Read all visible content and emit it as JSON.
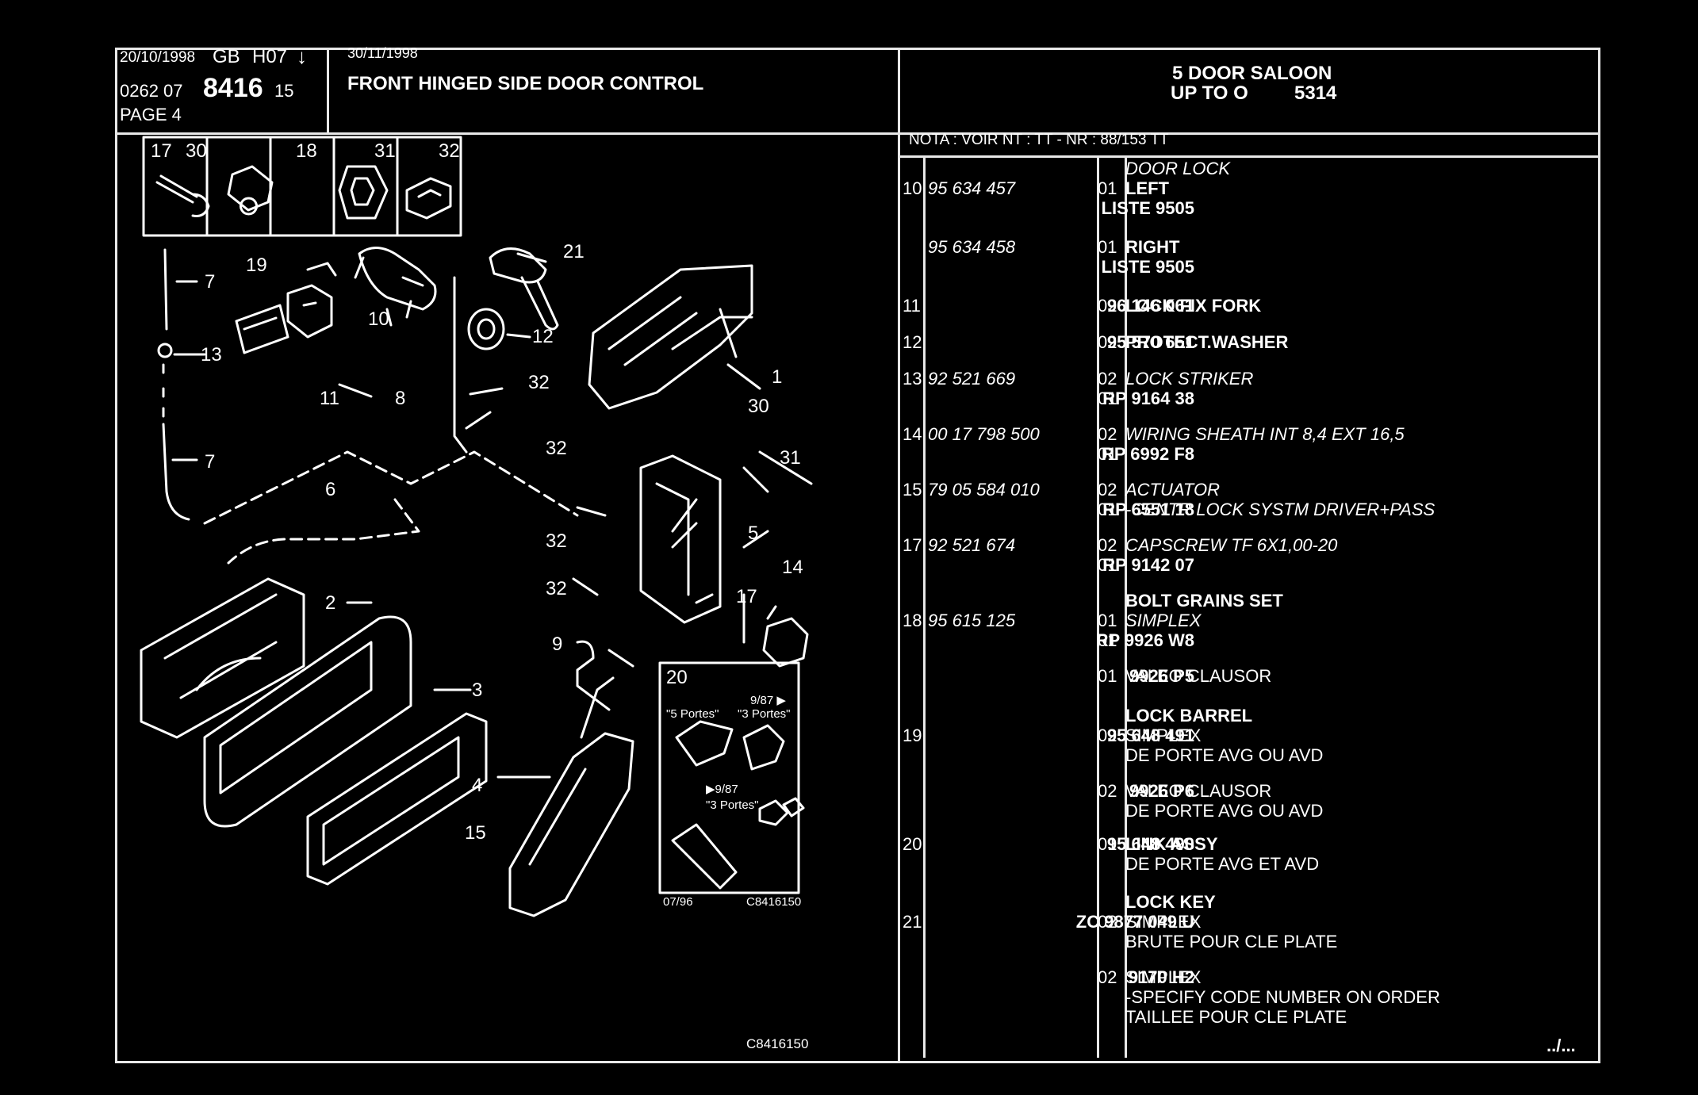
{
  "header": {
    "date_left": "20/10/1998",
    "lang": "GB",
    "version": "H07",
    "arrow": "↓",
    "date_right": "30/11/1998",
    "code_prefix": "0262 07",
    "code_main": "8416",
    "code_suffix": "15",
    "page": "PAGE 4",
    "title": "FRONT HINGED SIDE DOOR CONTROL",
    "model_line1": "5 DOOR SALOON",
    "model_line2": "UP TO O",
    "model_number": "5314",
    "note": "NOTA : VOIR NT : TT - NR : 88/153 TT"
  },
  "diagram": {
    "inset_labels": [
      "17",
      "30",
      "18",
      "31",
      "32"
    ],
    "callouts": [
      "1",
      "2",
      "3",
      "4",
      "5",
      "6",
      "7",
      "7",
      "8",
      "9",
      "10",
      "11",
      "12",
      "13",
      "14",
      "15",
      "17",
      "19",
      "21",
      "30",
      "31",
      "32",
      "32",
      "32",
      "32"
    ],
    "inset20": {
      "number": "20",
      "label1": "9/87 ▶",
      "label2": "\"5 Portes\"",
      "label3": "\"3 Portes\"",
      "label4": "▶9/87",
      "label5": "\"3 Portes\"",
      "date": "07/96",
      "ref": "C8416150"
    },
    "ref_bottom": "C8416150"
  },
  "parts": [
    {
      "item": "10",
      "part": "95 634 457",
      "sub": "LISTE 9505",
      "qty": [
        "01"
      ],
      "desc": [
        "DOOR LOCK",
        "LEFT"
      ]
    },
    {
      "item": "",
      "part": "95 634 458",
      "sub": "LISTE 9505",
      "qty": [
        "01"
      ],
      "desc": [
        "RIGHT"
      ]
    },
    {
      "item": "11",
      "part": "96 146 061",
      "sub": "",
      "qty": [
        "02"
      ],
      "desc": [
        "LOCK FIX FORK"
      ]
    },
    {
      "item": "12",
      "part": "95 570 651",
      "sub": "",
      "qty": [
        "02"
      ],
      "desc": [
        "PROTECT.WASHER"
      ]
    },
    {
      "item": "13",
      "part": "92 521 669",
      "sub": "RP 9164 38",
      "qty": [
        "02",
        "01"
      ],
      "desc": [
        "LOCK STRIKER"
      ]
    },
    {
      "item": "14",
      "part": "00 17 798 500",
      "sub": "RP 6992 F8",
      "qty": [
        "02",
        "01"
      ],
      "desc": [
        "WIRING SHEATH INT 8,4 EXT 16,5"
      ]
    },
    {
      "item": "15",
      "part": "79 05 584 010",
      "sub": "RP 6551 18",
      "qty": [
        "02",
        "01"
      ],
      "desc": [
        "ACTUATOR",
        "-CENTR LOCK SYSTM DRIVER+PASS"
      ]
    },
    {
      "item": "17",
      "part": "92 521 674",
      "sub": "RP 9142 07",
      "qty": [
        "02",
        "01"
      ],
      "desc": [
        "CAPSCREW TF 6X1,00-20"
      ]
    },
    {
      "item": "18",
      "part": "95 615 125",
      "sub": "RP 9926 W8",
      "qty": [
        "01",
        "01"
      ],
      "desc": [
        "BOLT GRAINS SET",
        "SIMPLEX"
      ]
    },
    {
      "item": "",
      "part": "",
      "sub": "9926 P5",
      "qty": [
        "01"
      ],
      "desc": [
        "VALEO CLAUSOR"
      ]
    },
    {
      "item": "19",
      "part": "95 648 491",
      "sub": "",
      "qty": [
        "02"
      ],
      "desc": [
        "LOCK BARREL",
        "SIMPLEX",
        "DE PORTE AVG OU AVD"
      ]
    },
    {
      "item": "",
      "part": "",
      "sub": "9926 P6",
      "qty": [
        "02"
      ],
      "desc": [
        "VALEO CLAUSOR",
        "DE PORTE AVG OU AVD"
      ]
    },
    {
      "item": "20",
      "part": "95 648 490",
      "sub": "",
      "qty": [
        "01"
      ],
      "desc": [
        "LINK ASSY",
        "DE PORTE AVG ET AVD"
      ]
    },
    {
      "item": "21",
      "part": "ZC 9877 049 U",
      "sub": "",
      "qty": [
        "02"
      ],
      "desc": [
        "LOCK KEY",
        "SIMPLEX",
        "BRUTE POUR CLE PLATE"
      ]
    },
    {
      "item": "",
      "part": "",
      "sub": "9170 H2",
      "qty": [
        "02"
      ],
      "desc": [
        "SIMPLEX",
        "-SPECIFY CODE NUMBER ON ORDER",
        "TAILLEE POUR CLE PLATE"
      ]
    }
  ],
  "continuation": "../..."
}
